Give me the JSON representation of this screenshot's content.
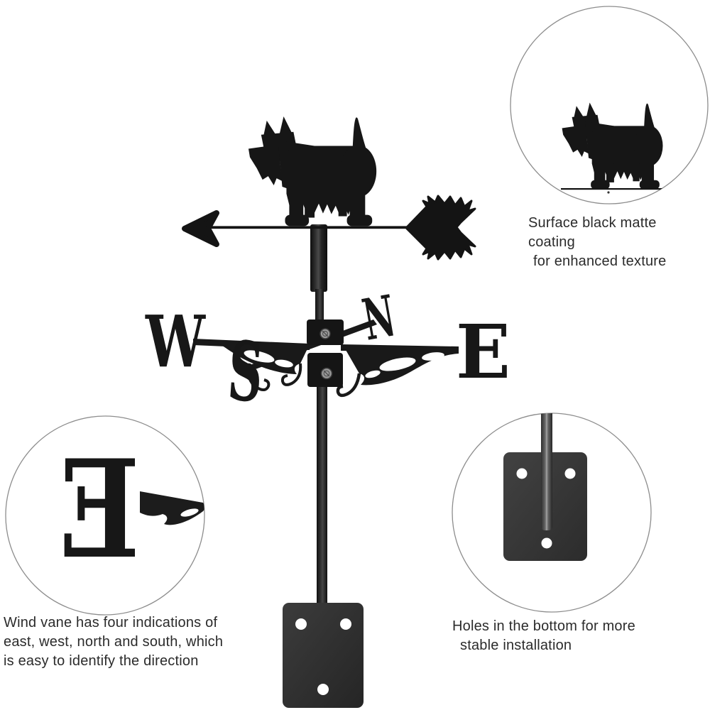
{
  "vane": {
    "directions": {
      "west": "W",
      "north": "N",
      "east": "E",
      "south": "S"
    },
    "detail_east": "E"
  },
  "callouts": {
    "coating": {
      "lines": [
        "Surface black matte coating",
        "for enhanced texture"
      ]
    },
    "directions_info": {
      "lines": [
        "Wind vane has four indications of",
        "east, west, north and south, which",
        "is easy to identify the direction"
      ]
    },
    "mounting": {
      "lines": [
        "Holes in the bottom for more",
        "stable installation"
      ]
    }
  },
  "colors": {
    "background": "#ffffff",
    "silhouette_black": "#161616",
    "matte_plate": "#303030",
    "screw_silver": "#9a9a9a",
    "callout_circle_stroke": "#8d8d8d",
    "caption_text": "#2b2b2b"
  }
}
